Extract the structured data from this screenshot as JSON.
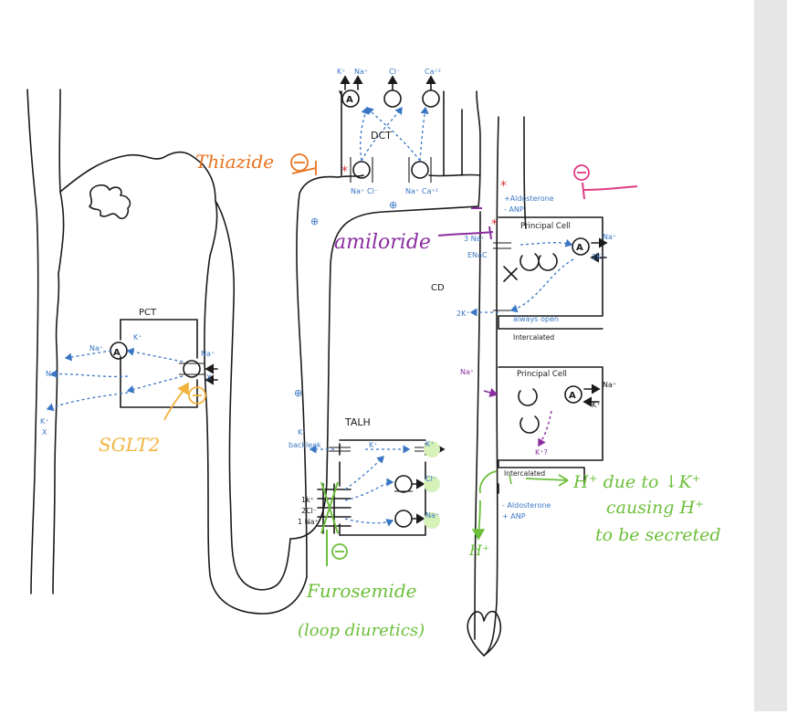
{
  "colors": {
    "ink": "#1a1a1a",
    "blue": "#3a76c4",
    "orange": "#e8731f",
    "magenta": "#e03b84",
    "purple": "#8a2ea0",
    "yellow": "#f2b33c",
    "green": "#6cbf3a",
    "highlight": "#d6f2b8",
    "sidebar": "#e6e6e6"
  },
  "labels": {
    "pct": "PCT",
    "dct": "DCT",
    "talh": "TALH",
    "cd": "CD",
    "principal_cell": "Principal Cell",
    "principal_cell_2": "Principal Cell",
    "intercalated": "Intercalated",
    "intercalated_2": "Intercalated",
    "always_open": "always open",
    "enac": "ENaC",
    "backleak": "backleak",
    "aldo_plus": "+Aldosterone",
    "anp_minus": "- ANP",
    "aldo_minus": "- Aldosterone",
    "anp_plus": "+ ANP"
  },
  "ions": {
    "k": "K⁺",
    "na": "Na⁺",
    "cl": "Cl⁻",
    "ca": "Ca⁺²",
    "x": "X",
    "three_na": "3 Na⁺",
    "two_k": "2K⁺",
    "one_k": "1k⁺",
    "two_cl": "2Cl⁻",
    "one_na": "1 Na⁺",
    "k_question": "K⁺?",
    "h": "H⁺"
  },
  "symbols": {
    "pump": "A",
    "plus": "⊕",
    "minus": "⊖",
    "asterisk": "*"
  },
  "annotations": {
    "thiazide": "Thiazide",
    "amiloride": "amiloride",
    "sglt2": "SGLT2",
    "furosemide": "Furosemide",
    "loop_diuretics": "(loop diuretics)",
    "h_due_line1": "H⁺ due to ↓K⁺",
    "h_due_line2": "causing H⁺",
    "h_due_line3": "to be secreted"
  }
}
